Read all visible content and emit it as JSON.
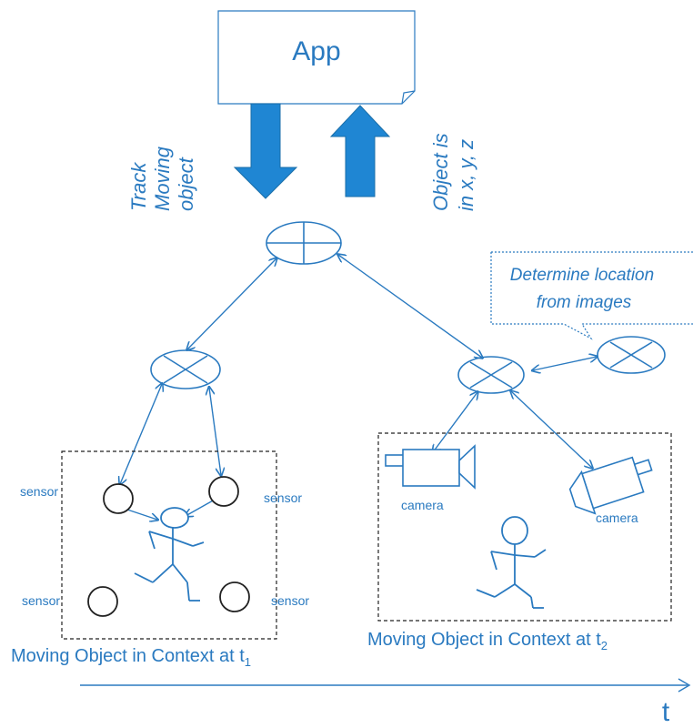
{
  "app_box": {
    "label": "App"
  },
  "arrows": {
    "down_label_line1": "Track",
    "down_label_line2": "Moving",
    "down_label_line3": "object",
    "up_label_line1": "Object is",
    "up_label_line2": "in x, y, z"
  },
  "callout": {
    "line1": "Determine location",
    "line2": "from images"
  },
  "left_context": {
    "sensor_labels": [
      "sensor",
      "sensor",
      "sensor",
      "sensor"
    ],
    "caption_main": "Moving Object in Context at t",
    "caption_sub": "1"
  },
  "right_context": {
    "camera_labels": [
      "camera",
      "camera"
    ],
    "caption_main": "Moving Object in Context at t",
    "caption_sub": "2"
  },
  "timeline": {
    "label": "t"
  },
  "colors": {
    "accent": "#2a7ac0",
    "arrow_fill": "#1f86d3"
  }
}
